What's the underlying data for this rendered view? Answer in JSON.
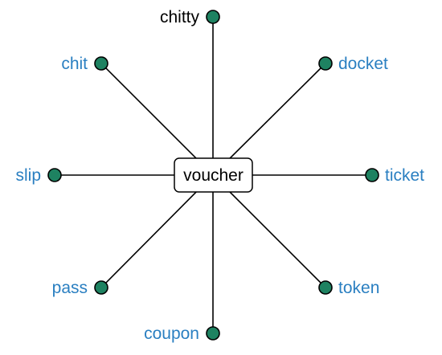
{
  "diagram": {
    "center": {
      "label": "voucher"
    },
    "colors": {
      "node_fill": "#1e8261",
      "link_text": "#2a7fc1",
      "plain_text": "#000000",
      "line": "#000000"
    },
    "nodes": [
      {
        "id": "chitty",
        "label": "chitty",
        "style": "plain"
      },
      {
        "id": "docket",
        "label": "docket",
        "style": "link"
      },
      {
        "id": "ticket",
        "label": "ticket",
        "style": "link"
      },
      {
        "id": "token",
        "label": "token",
        "style": "link"
      },
      {
        "id": "coupon",
        "label": "coupon",
        "style": "link"
      },
      {
        "id": "pass",
        "label": "pass",
        "style": "link"
      },
      {
        "id": "slip",
        "label": "slip",
        "style": "link"
      },
      {
        "id": "chit",
        "label": "chit",
        "style": "link"
      }
    ]
  }
}
